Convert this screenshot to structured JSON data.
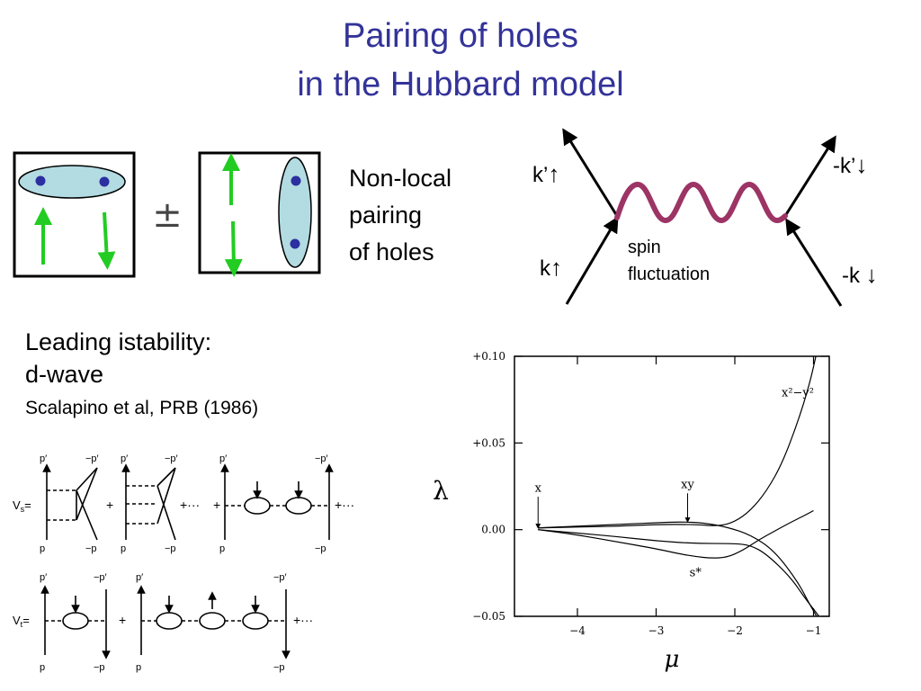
{
  "slide": {
    "title_line1": "Pairing of holes",
    "title_line2": "in the Hubbard model",
    "pm_symbol": "±",
    "nonlocal_lines": [
      "Non-local",
      "pairing",
      "of holes"
    ],
    "leading_line1": "Leading istability:",
    "leading_line2": "d-wave",
    "reference": "Scalapino et al, PRB (1986)"
  },
  "feynman": {
    "k_prime_up": "k’",
    "minus_k_prime_down": "-k’",
    "k_up": "k",
    "minus_k_down": "-k",
    "spin_line1": "spin",
    "spin_line2": "fluctuation"
  },
  "vertex_diagrams": {
    "vs_label": "V",
    "vs_sub": "s",
    "vt_label": "V",
    "vt_sub": "t",
    "p_prime": "p′",
    "minus_p_prime": "−p′",
    "p": "p",
    "minus_p": "−p",
    "plus": "+",
    "ellipsis": "+···"
  },
  "colors": {
    "title": "#333399",
    "ellipse_fill": "#b2dbe2",
    "dot": "#2b2fa0",
    "green_arrow": "#22cc22",
    "wavy": "#9c3465"
  },
  "chart_data": {
    "type": "line",
    "xlabel": "μ",
    "ylabel": "λ",
    "xlim": [
      -4.8,
      -0.8
    ],
    "ylim": [
      -0.05,
      0.1
    ],
    "xticks": [
      -4,
      -3,
      -2,
      -1
    ],
    "yticks": [
      -0.05,
      0.0,
      0.05,
      0.1
    ],
    "ytick_labels": [
      "−0.05",
      "0.00",
      "+0.05",
      "+0.10"
    ],
    "xtick_labels": [
      "−4",
      "−3",
      "−2",
      "−1"
    ],
    "annotations": [
      {
        "text": "x²−y²",
        "x": -1.2,
        "y": 0.077
      },
      {
        "text": "xy",
        "x": -2.6,
        "y": 0.024
      },
      {
        "text": "x",
        "x": -4.5,
        "y": 0.022
      },
      {
        "text": "s*",
        "x": -2.5,
        "y": -0.027
      }
    ],
    "series": [
      {
        "name": "x²−y²",
        "x": [
          -4.5,
          -4.0,
          -3.5,
          -3.0,
          -2.5,
          -2.2,
          -2.0,
          -1.8,
          -1.6,
          -1.4,
          -1.2,
          -1.05,
          -0.97
        ],
        "y": [
          0.001,
          0.0015,
          0.002,
          0.003,
          0.003,
          0.002,
          0.0045,
          0.011,
          0.022,
          0.038,
          0.062,
          0.084,
          0.1
        ]
      },
      {
        "name": "xy",
        "x": [
          -4.5,
          -4.0,
          -3.5,
          -3.0,
          -2.7,
          -2.4,
          -2.1,
          -1.8,
          -1.5,
          -1.2,
          -1.05,
          -0.96
        ],
        "y": [
          0.001,
          0.002,
          0.003,
          0.004,
          0.0045,
          0.004,
          0.0015,
          -0.003,
          -0.012,
          -0.03,
          -0.043,
          -0.05
        ]
      },
      {
        "name": "x",
        "x": [
          -4.5,
          -4.0,
          -3.5,
          -3.0,
          -2.5,
          -2.0,
          -1.8,
          -1.6,
          -1.3,
          -1.1,
          -0.98,
          -0.93
        ],
        "y": [
          0.0,
          -0.002,
          -0.004,
          -0.0065,
          -0.008,
          -0.008,
          -0.009,
          -0.014,
          -0.027,
          -0.04,
          -0.047,
          -0.05
        ]
      },
      {
        "name": "s*",
        "x": [
          -4.5,
          -4.0,
          -3.5,
          -3.0,
          -2.7,
          -2.5,
          -2.3,
          -2.1,
          -1.9,
          -1.7,
          -1.5,
          -1.3,
          -1.1,
          -1.0
        ],
        "y": [
          0.0,
          -0.003,
          -0.007,
          -0.011,
          -0.014,
          -0.0155,
          -0.0165,
          -0.016,
          -0.012,
          -0.006,
          -0.001,
          0.004,
          0.0085,
          0.011
        ]
      }
    ]
  }
}
